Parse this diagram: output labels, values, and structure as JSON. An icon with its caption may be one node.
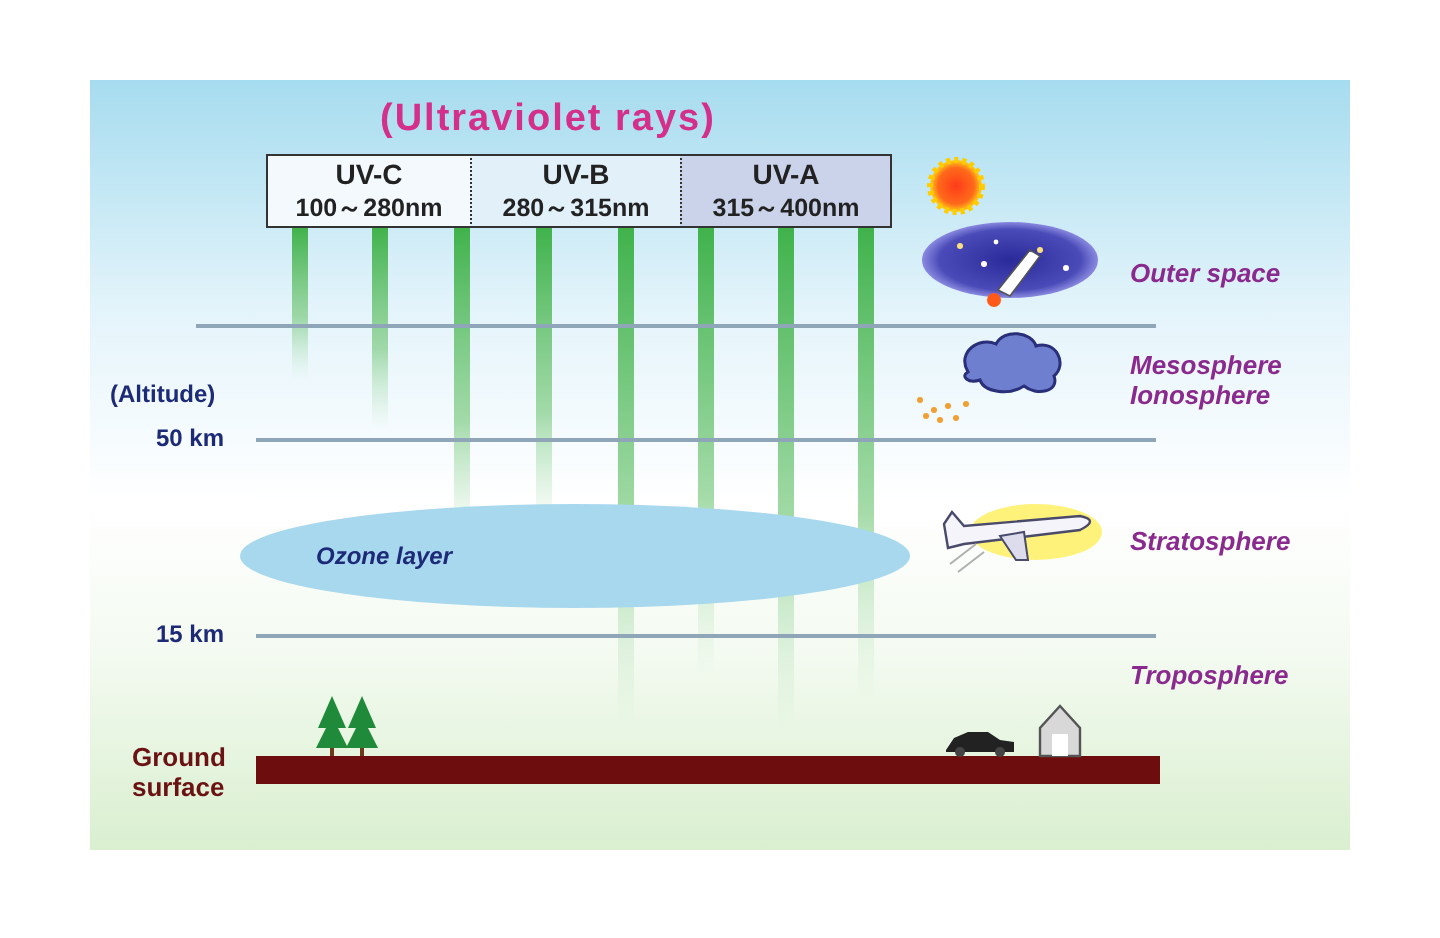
{
  "diagram": {
    "title": "(Ultraviolet rays)",
    "nodes": [
      {
        "text": [
          "UV-C",
          "100～280nm"
        ]
      },
      {
        "text": [
          "UV-B",
          "280～315nm"
        ]
      },
      {
        "text": [
          "UV-A",
          "315～400nm"
        ]
      },
      {
        "text": [
          "Ozone layer"
        ]
      }
    ],
    "labels": [
      "Outer space",
      "Mesosphere Ionosphere",
      "(Altitude)",
      "50 km",
      "Stratosphere",
      "15 km",
      "Troposphere",
      "Ground surface"
    ]
  }
}
